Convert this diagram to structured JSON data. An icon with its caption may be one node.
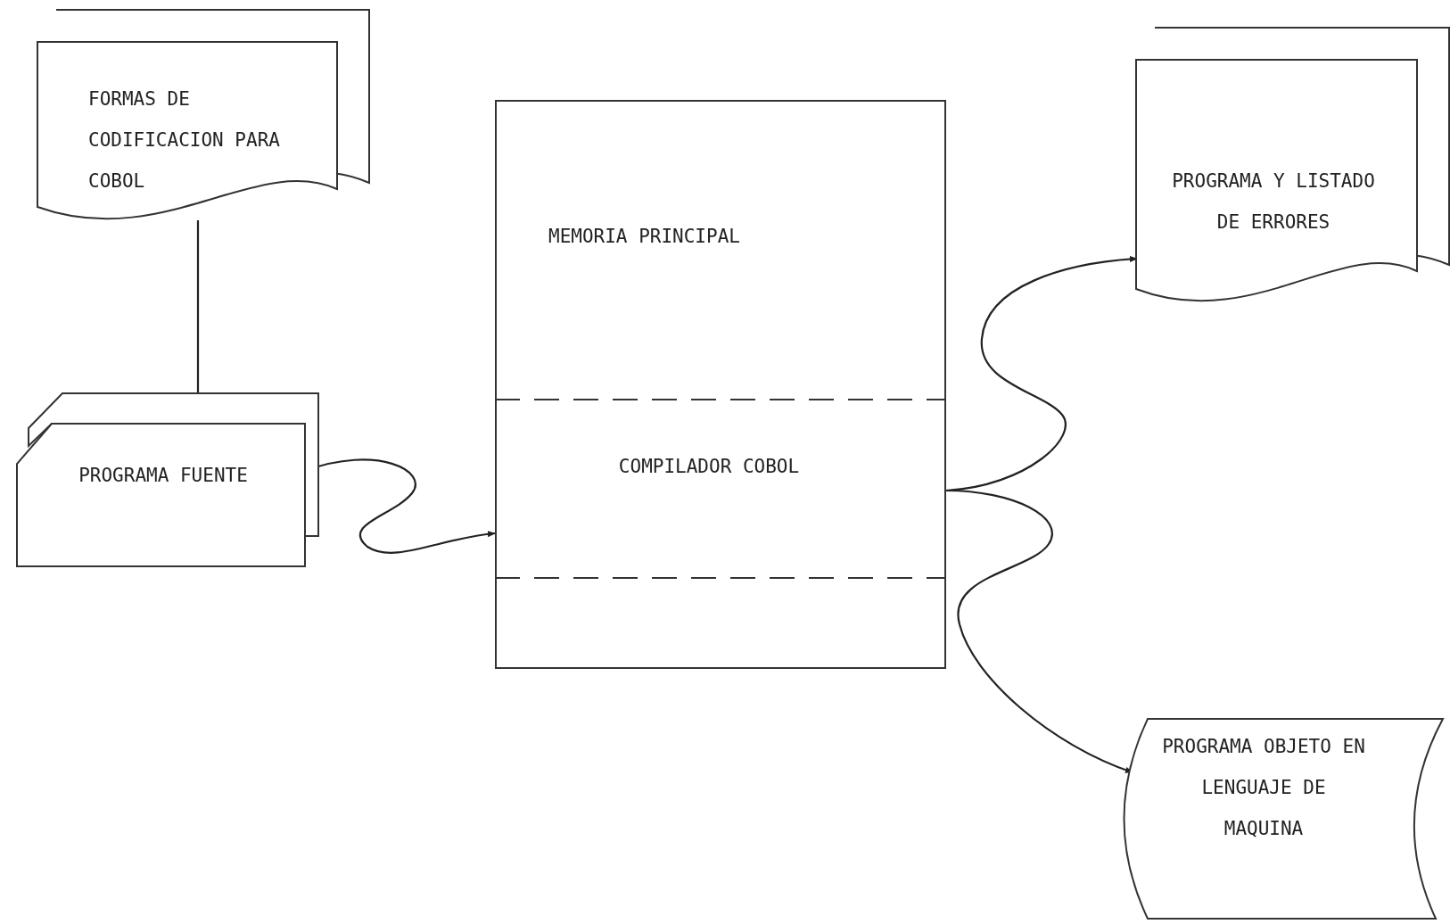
{
  "diagram": {
    "nodes": [
      {
        "text": [
          "FORMAS DE CODIFICACION PARA COBOL"
        ]
      },
      {
        "text": [
          "PROGRAMA FUENTE"
        ]
      },
      {
        "text": [
          "MEMORIA PRINCIPAL"
        ]
      },
      {
        "text": [
          "COMPILADOR COBOL"
        ],
        "in": 2
      },
      {
        "text": [
          "PROGRAMA Y LISTADO DE ERRORES"
        ]
      },
      {
        "text": [
          "PROGRAMA OBJETO EN LENGUAJE DE MAQUINA"
        ]
      }
    ],
    "edges": [
      {
        "from": 0,
        "to": 1,
        "arrow": "none"
      },
      {
        "from": 1,
        "to": 3,
        "arrow": "to"
      },
      {
        "from": 3,
        "to": 4,
        "arrow": "to"
      },
      {
        "from": 3,
        "to": 5,
        "arrow": "to"
      }
    ]
  }
}
